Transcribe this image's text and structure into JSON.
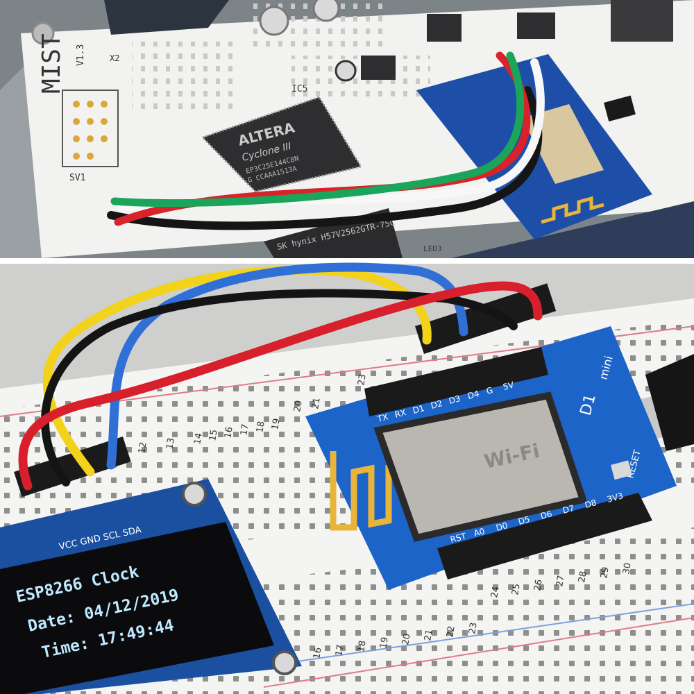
{
  "top_photo": {
    "board_label": "MIST",
    "board_version": "V1.3",
    "fpga_brand": "ALTERA",
    "fpga_family": "Cyclone III",
    "fpga_part": "EP3C25E144C8N",
    "fpga_code": "G CCAAA1513A",
    "sdram_label": "SK hynix H57V2562GTR-75C",
    "component_labels": [
      "IC5",
      "SV1",
      "X2",
      "LED3"
    ],
    "colors": {
      "board": "#f2f2f0",
      "chip": "#2e2e30",
      "module_blue": "#1d4fa8",
      "wire_green": "#1aa55a",
      "wire_red": "#d8232a",
      "wire_white": "#f7f7f7",
      "wire_black": "#151515"
    }
  },
  "bottom_photo": {
    "oled": {
      "pin_labels": "VCC GND SCL SDA",
      "lines": [
        "ESP8266 Clock",
        "Date: 04/12/2019",
        "Time: 17:49:44"
      ],
      "text_color": "#bfe9ff"
    },
    "d1_mini": {
      "name": "D1",
      "brand": "mini",
      "top_pin_labels": [
        "TX",
        "RX",
        "D1",
        "D2",
        "D3",
        "D4",
        "G",
        "5V"
      ],
      "bottom_pin_labels": [
        "RST",
        "A0",
        "D0",
        "D5",
        "D6",
        "D7",
        "D8",
        "3V3"
      ],
      "reset_label": "RESET",
      "module_logo": "Wi-Fi"
    },
    "breadboard_top_numbers": [
      "12",
      "13",
      "14",
      "15",
      "16",
      "17",
      "18",
      "19",
      "20",
      "21",
      "23"
    ],
    "breadboard_bottom_numbers": [
      "16",
      "17",
      "18",
      "19",
      "20",
      "21",
      "22",
      "23",
      "24",
      "25",
      "26",
      "27",
      "28",
      "29",
      "30"
    ],
    "colors": {
      "breadboard": "#f4f4f2",
      "d1_board": "#1d64c8",
      "oled_pcb": "#1b4fa0",
      "oled_screen": "#0b0b0d",
      "wire_yellow": "#f2d21a",
      "wire_blue": "#2f6fd6",
      "wire_black": "#141414",
      "wire_red": "#d81f2c"
    }
  }
}
